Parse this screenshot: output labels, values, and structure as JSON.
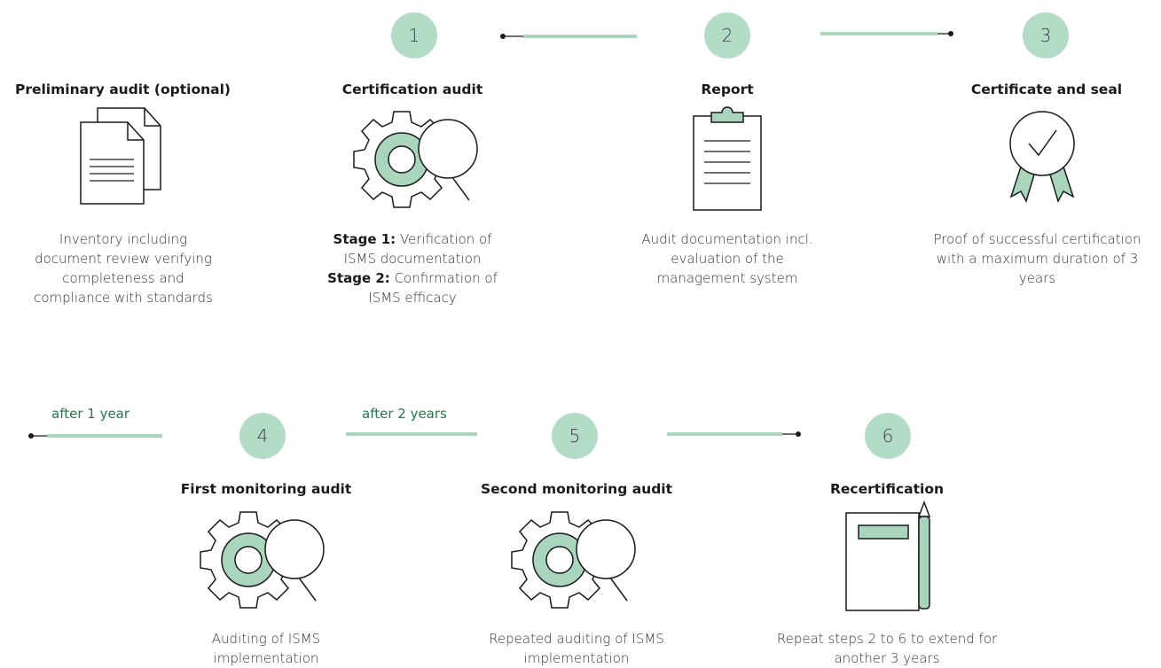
{
  "steps": [
    {
      "number": "1",
      "title": "Certification audit",
      "icon": "gear-magnifier-icon",
      "desc_lines": [
        [
          "Stage 1:",
          " Verification of"
        ],
        [
          "",
          "ISMS documentation"
        ],
        [
          "Stage 2:",
          " Confirmation of"
        ],
        [
          "",
          "ISMS efficacy"
        ]
      ]
    },
    {
      "number": "2",
      "title": "Report",
      "icon": "clipboard-icon",
      "desc_lines": [
        [
          "",
          "Audit documentation incl."
        ],
        [
          "",
          "evaluation of the"
        ],
        [
          "",
          "management system"
        ]
      ]
    },
    {
      "number": "3",
      "title": "Certificate and seal",
      "icon": "award-seal-icon",
      "desc_lines": [
        [
          "",
          "Proof of successful certification"
        ],
        [
          "",
          "with a maximum duration of 3"
        ],
        [
          "",
          "years"
        ]
      ]
    },
    {
      "number": "4",
      "title": "First monitoring audit",
      "icon": "gear-magnifier-icon",
      "desc_lines": [
        [
          "",
          "Auditing of ISMS"
        ],
        [
          "",
          "implementation"
        ]
      ]
    },
    {
      "number": "5",
      "title": "Second monitoring audit",
      "icon": "gear-magnifier-icon",
      "desc_lines": [
        [
          "",
          "Repeated auditing of ISMS"
        ],
        [
          "",
          "implementation"
        ]
      ]
    },
    {
      "number": "6",
      "title": "Recertification",
      "icon": "notebook-pencil-icon",
      "desc_lines": [
        [
          "",
          "Repeat steps 2 to 6 to extend for"
        ],
        [
          "",
          "another 3 years"
        ]
      ]
    }
  ],
  "preliminary": {
    "title": "Preliminary audit (optional)",
    "icon": "documents-icon",
    "desc_lines": [
      [
        "",
        "Inventory including"
      ],
      [
        "",
        "document review verifying"
      ],
      [
        "",
        "completeness and"
      ],
      [
        "",
        "compliance with standards"
      ]
    ]
  },
  "connectors": {
    "after_1_year": "after 1 year",
    "after_2_years": "after 2 years"
  },
  "colors": {
    "accent": "#b3dcc6",
    "accent_mid": "#a8d5bb",
    "label_green": "#1e7a46",
    "line": "#1a1a1a"
  }
}
